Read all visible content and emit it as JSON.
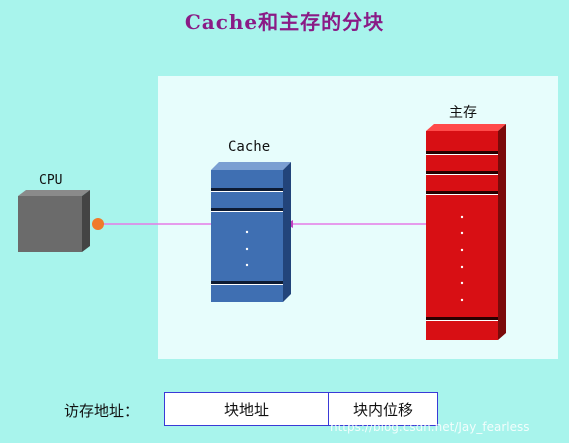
{
  "title": "Cache和主存的分块",
  "labels": {
    "cpu": "CPU",
    "cache": "Cache",
    "memory": "主存"
  },
  "address": {
    "label": "访存地址：",
    "block_field": "块地址",
    "offset_field": "块内位移"
  },
  "watermark": "https://blog.csdn.net/Jay_fearless",
  "colors": {
    "background": "#a8f4ec",
    "panel": "#e7fdfc",
    "title": "#8a1b86",
    "cpu": "#6b6b6b",
    "cache": "#3f6fb2",
    "memory": "#d80f14",
    "connector": "#e57be6",
    "cpu_port": "#f07a2a",
    "address_border": "#3a3ad6"
  }
}
